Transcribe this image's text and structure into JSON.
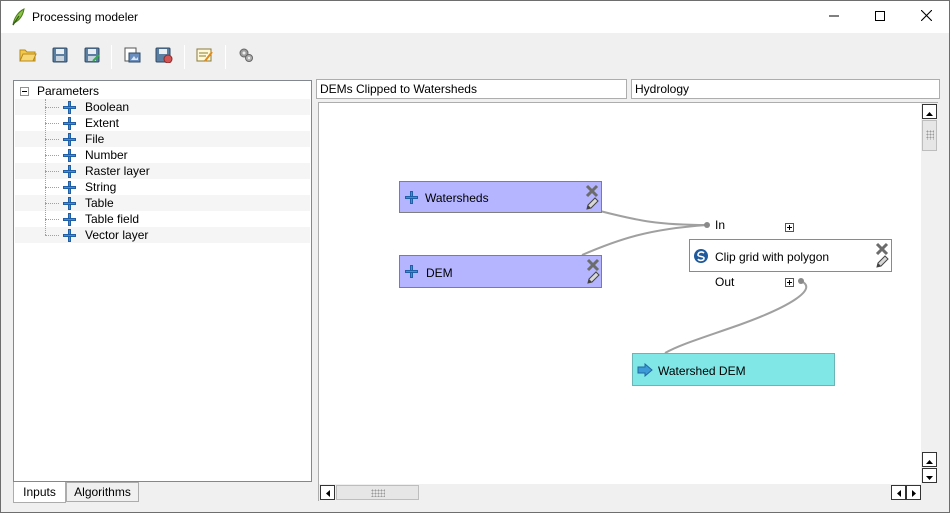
{
  "window": {
    "title": "Processing modeler",
    "icon": "qgis-leaf-icon",
    "controls": [
      "minimize-icon",
      "maximize-icon",
      "close-icon"
    ]
  },
  "toolbar": {
    "buttons": [
      "open-model-icon",
      "save-model-icon",
      "save-as-icon",
      "export-image-icon",
      "export-python-icon",
      "edit-help-icon",
      "run-model-icon"
    ]
  },
  "parameters": {
    "root_label": "Parameters",
    "items": [
      "Boolean",
      "Extent",
      "File",
      "Number",
      "Raster layer",
      "String",
      "Table",
      "Table field",
      "Vector layer"
    ]
  },
  "tabs": {
    "inputs": "Inputs",
    "algorithms": "Algorithms"
  },
  "model": {
    "name": "DEMs Clipped to Watersheds",
    "group": "Hydrology"
  },
  "canvas": {
    "nodes": {
      "watersheds": "Watersheds",
      "dem": "DEM",
      "algorithm": "Clip grid with polygon",
      "output": "Watershed DEM"
    },
    "ports": {
      "in": "In",
      "out": "Out"
    },
    "colors": {
      "parameter": "#b4b4ff",
      "output": "#80e6e6",
      "algorithm": "#ffffff",
      "link": "#a0a0a0"
    }
  }
}
